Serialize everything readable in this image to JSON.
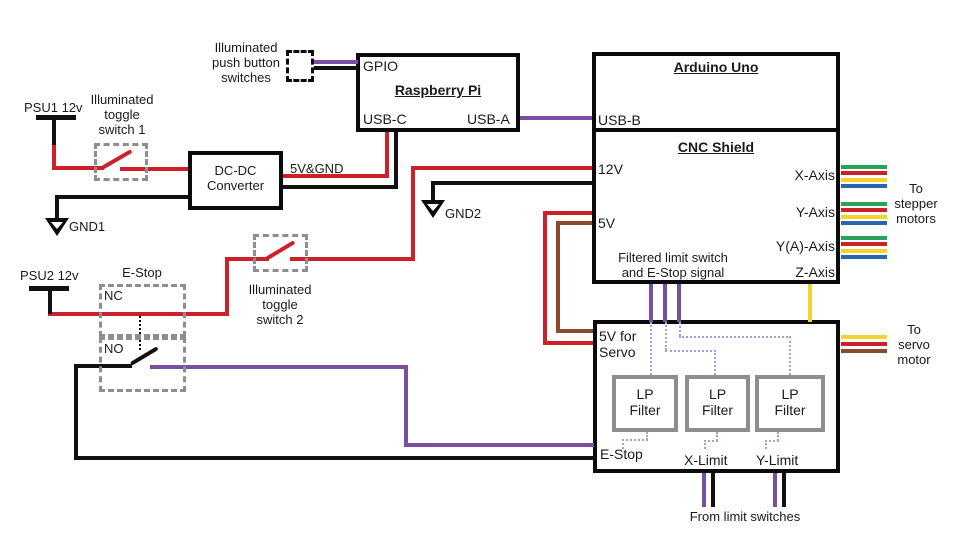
{
  "colors": {
    "red": "#cc2128",
    "black": "#111111",
    "purple": "#7a4fa0",
    "brown": "#8a4a2b",
    "yellow": "#f3d42c",
    "green": "#27a258",
    "blue": "#2767ae"
  },
  "labels": {
    "psu1": "PSU1 12v",
    "psu2": "PSU2 12v",
    "gnd1": "GND1",
    "gnd2": "GND2",
    "push_buttons": "Illuminated\npush button\nswitches",
    "toggle1": "Illuminated\ntoggle\nswitch 1",
    "toggle2": "Illuminated\ntoggle\nswitch 2",
    "estop_switch": "E-Stop",
    "nc": "NC",
    "no": "NO",
    "v5gnd": "5V&GND",
    "dcdc": "DC-DC\nConverter",
    "to_steppers": "To\nstepper\nmotors",
    "to_servo": "To\nservo\nmotor",
    "from_limit": "From limit switches"
  },
  "rpi": {
    "title": "Raspberry Pi",
    "gpio": "GPIO",
    "usb_c": "USB-C",
    "usb_a": "USB-A"
  },
  "arduino": {
    "title": "Arduino Uno",
    "usb_b": "USB-B"
  },
  "cnc": {
    "title": "CNC Shield",
    "v12": "12V",
    "v5": "5V",
    "note": "Filtered limit switch\nand E-Stop signal",
    "axes": [
      "X-Axis",
      "Y-Axis",
      "Y(A)-Axis",
      "Z-Axis"
    ]
  },
  "filter_board": {
    "v5_servo": "5V for\nServo",
    "lp": "LP\nFilter",
    "estop": "E-Stop",
    "x_limit": "X-Limit",
    "y_limit": "Y-Limit"
  }
}
